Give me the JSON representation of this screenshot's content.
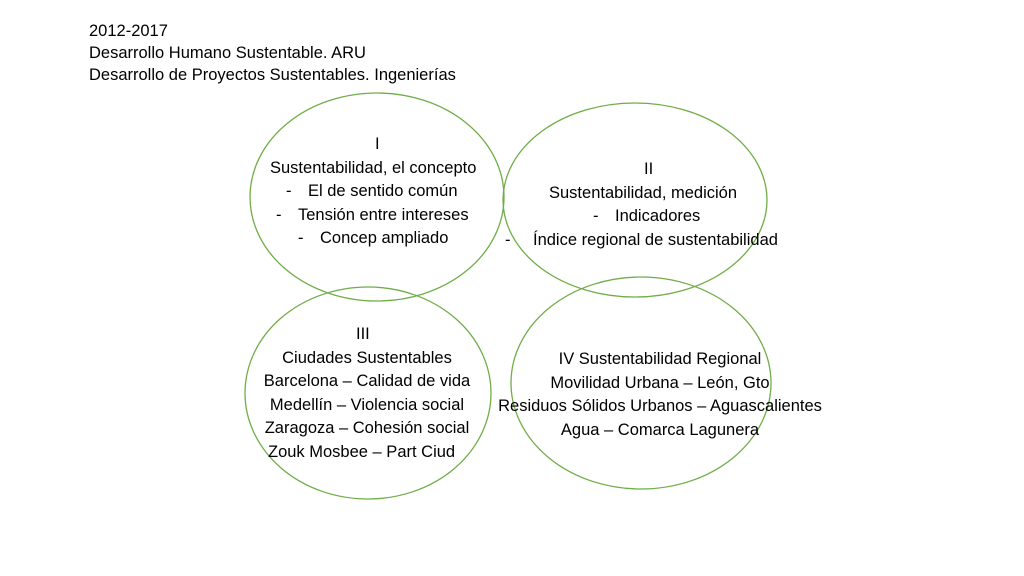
{
  "header": {
    "years": "2012-2017",
    "line1": "Desarrollo Humano Sustentable. ARU",
    "line2": "Desarrollo de Proyectos Sustentables. Ingenierías"
  },
  "colors": {
    "ellipse_stroke": "#70ad47",
    "text": "#000000"
  },
  "circles": {
    "one": {
      "numeral": "I",
      "title": "Sustentabilidad, el concepto",
      "bullets": [
        "El de sentido común",
        "Tensión entre intereses",
        "Concep ampliado"
      ]
    },
    "two": {
      "numeral": "II",
      "title": "Sustentabilidad, medición",
      "bullets": [
        "Indicadores",
        "Índice regional de sustentabilidad"
      ]
    },
    "three": {
      "numeral": "III",
      "lines": [
        "Ciudades Sustentables",
        "Barcelona – Calidad de vida",
        "Medellín – Violencia social",
        "Zaragoza – Cohesión social",
        "Zouk Mosbee – Part Ciud"
      ]
    },
    "four": {
      "lines": [
        "IV Sustentabilidad Regional",
        "Movilidad Urbana – León, Gto",
        "Residuos Sólidos Urbanos – Aguascalientes",
        "Agua – Comarca Lagunera"
      ]
    }
  }
}
